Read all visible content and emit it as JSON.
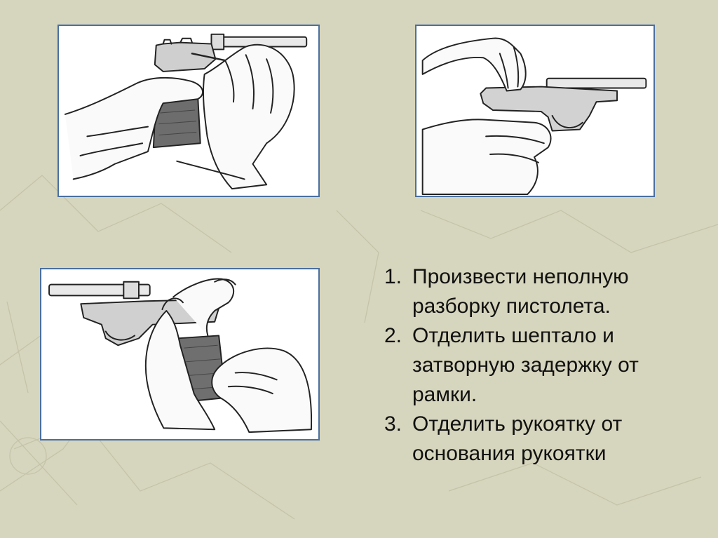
{
  "slide": {
    "steps": [
      {
        "number": "1.",
        "text": "Произвести неполную разборку пистолета."
      },
      {
        "number": "2.",
        "text": "Отделить шептало и затворную задержку от рамки."
      },
      {
        "number": "3.",
        "text": "Отделить рукоятку от основания рукоятки"
      }
    ],
    "colors": {
      "background": "#d6d5bd",
      "frame_border": "#4a6fa0",
      "text": "#111111"
    }
  }
}
